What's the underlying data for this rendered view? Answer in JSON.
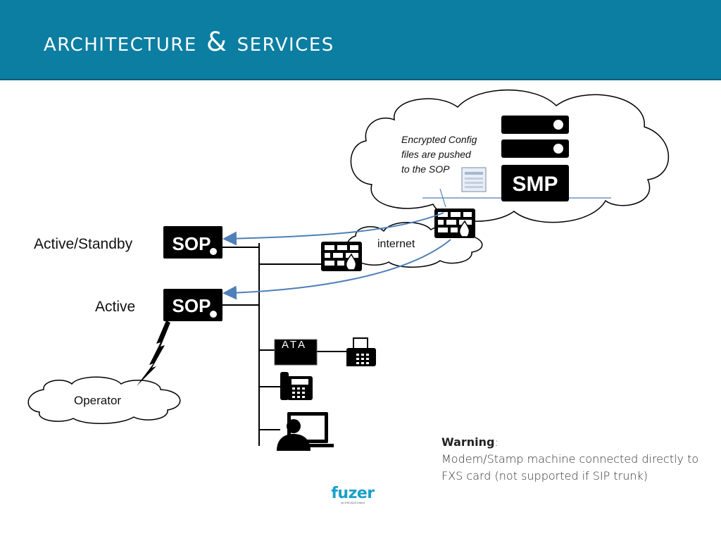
{
  "slide": {
    "title": "Architecture & Services"
  },
  "labels": {
    "active_standby": "Active/Standby",
    "active": "Active",
    "internet": "internet",
    "operator": "Operator",
    "config_note": [
      "Encrypted Config",
      "files are pushed",
      "to the SOP"
    ]
  },
  "devices": {
    "sop_label": "SOP",
    "smp_label": "SMP",
    "ata_label": "ATA"
  },
  "warning": {
    "title": "Warning",
    "lines": [
      "Modem/Stamp machine connected directly to",
      "FXS card (not supported if SIP trunk)"
    ]
  },
  "logo": {
    "word": "fuzer",
    "tagline": "an ESCAUX brand"
  },
  "colors": {
    "title_bar": "#0b7ea2",
    "arrow": "#4f7fb8",
    "device": "#000000",
    "logo": "#1aa0c8"
  },
  "icons": [
    "firewall-icon",
    "server-icon",
    "config-file-icon",
    "fax-icon",
    "desk-phone-icon",
    "user-computer-icon",
    "lightning-icon",
    "cloud-icon"
  ]
}
